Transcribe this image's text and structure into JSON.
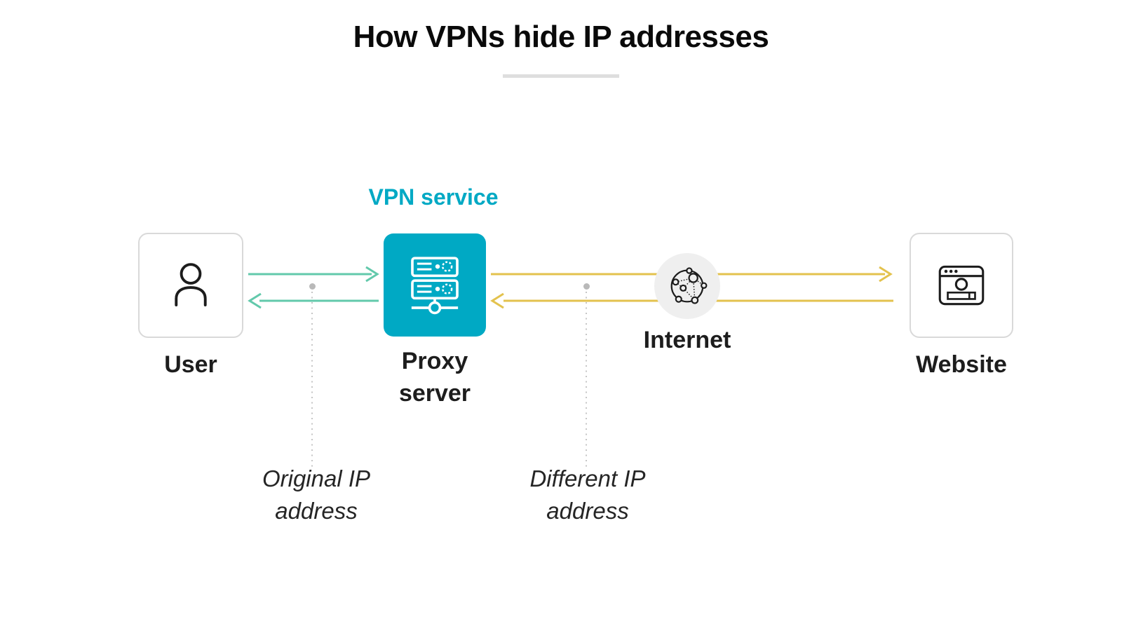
{
  "title": "How VPNs hide IP addresses",
  "vpn_service": "VPN service",
  "nodes": {
    "user": {
      "label": "User",
      "icon": "person-icon"
    },
    "proxy_server": {
      "label": "Proxy server",
      "icon": "server-icon"
    },
    "internet": {
      "label": "Internet",
      "icon": "network-globe-icon"
    },
    "website": {
      "label": "Website",
      "icon": "browser-window-icon"
    }
  },
  "annotations": {
    "original_ip": "Original IP address",
    "different_ip": "Different IP address"
  },
  "colors": {
    "teal": "#00a9c4",
    "mint_arrow": "#62c9ab",
    "yellow_arrow": "#e3c24d",
    "internet_bg": "#efefef",
    "divider": "#dedede",
    "dot_gray": "#b9b9b9",
    "dotted_line": "#c6c6c6"
  }
}
